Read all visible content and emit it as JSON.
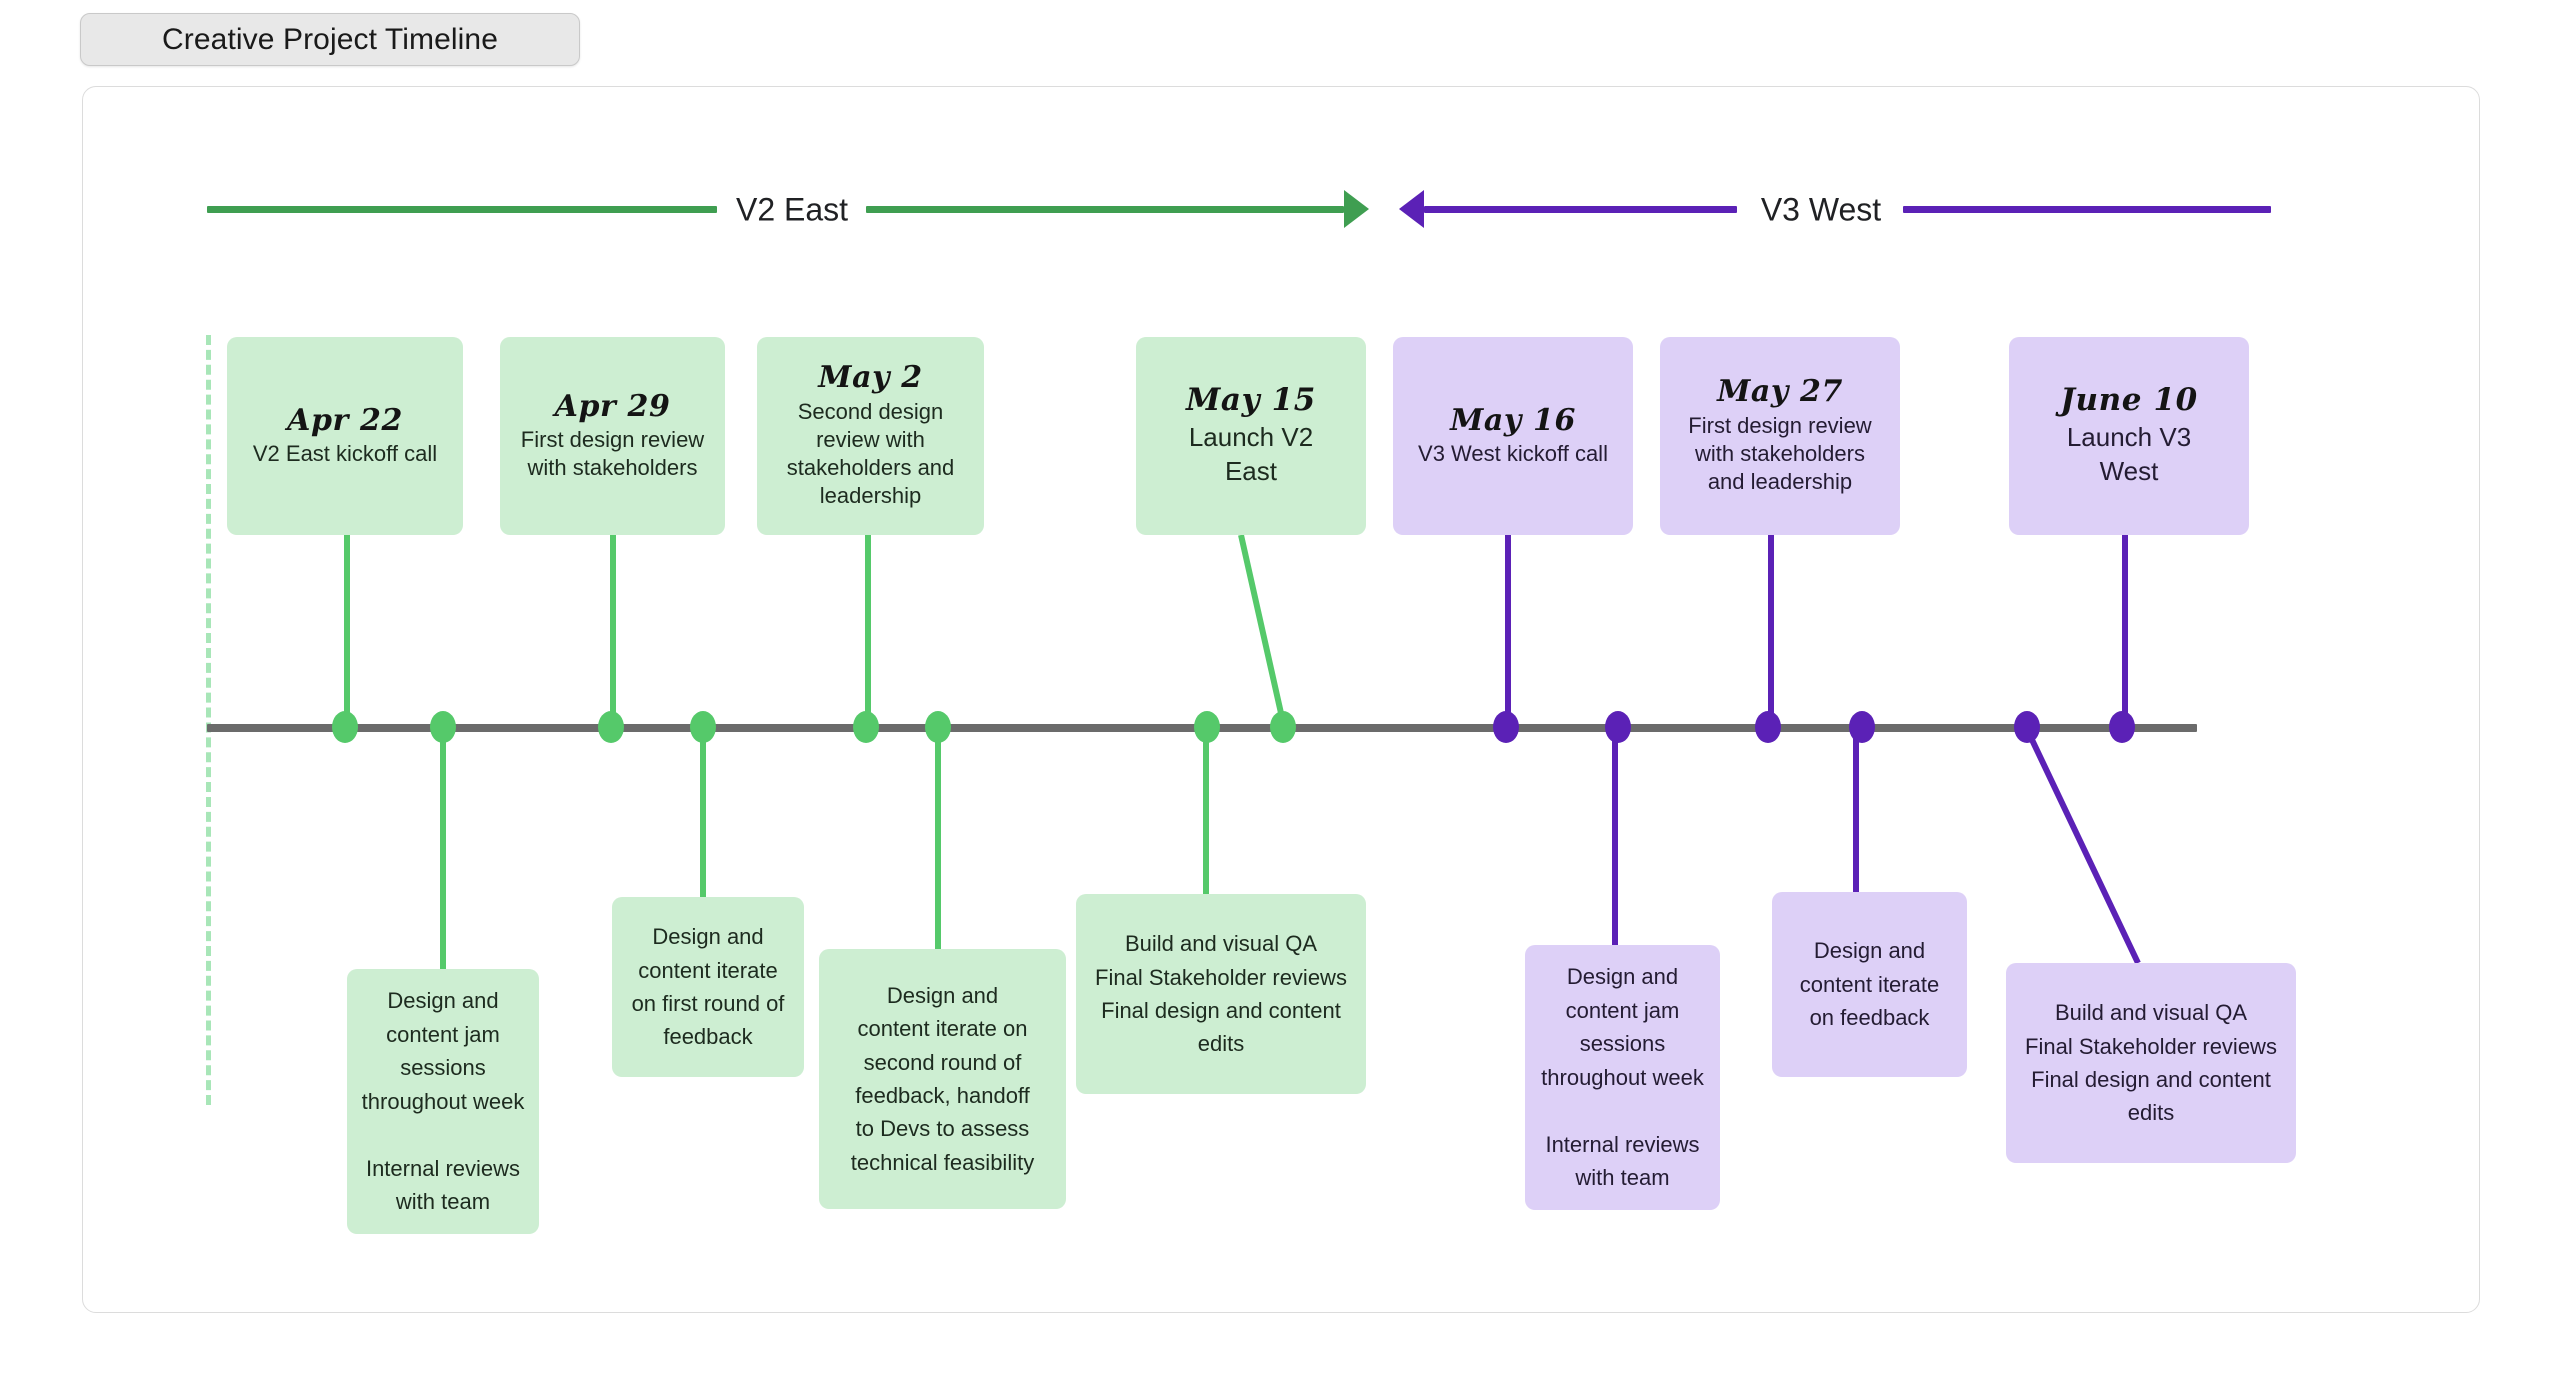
{
  "title": "Creative Project Timeline",
  "colors": {
    "green_accent": "#55c96a",
    "green_phase_line": "#3f9e51",
    "green_card": "#cdeed2",
    "purple_accent": "#5b21b6",
    "purple_card": "#ddd0f7",
    "axis": "#6b6b6b",
    "dashed_start": "#a8e6b8"
  },
  "phases": [
    {
      "label": "V2 East",
      "color": "#3f9e51",
      "arrow": "right"
    },
    {
      "label": "V3 West",
      "color": "#5b21b6",
      "arrow": "left"
    }
  ],
  "milestones": [
    {
      "date": "Apr 22",
      "desc": "V2 East kickoff call",
      "phase": "V2 East"
    },
    {
      "date": "Apr 29",
      "desc": "First design review\nwith stakeholders",
      "phase": "V2 East"
    },
    {
      "date": "May 2",
      "desc": "Second design\nreview with\nstakeholders and\nleadership",
      "phase": "V2 East"
    },
    {
      "date": "May 15",
      "desc": "Launch V2\nEast",
      "phase": "V2 East"
    },
    {
      "date": "May 16",
      "desc": "V3 West kickoff call",
      "phase": "V3 West"
    },
    {
      "date": "May 27",
      "desc": "First design review\nwith stakeholders\nand leadership",
      "phase": "V3 West"
    },
    {
      "date": "June 10",
      "desc": "Launch V3\nWest",
      "phase": "V3 West"
    }
  ],
  "details": [
    {
      "text": "Design and\ncontent jam\nsessions\nthroughout week\n\nInternal reviews\nwith team",
      "phase": "V2 East"
    },
    {
      "text": "Design and\ncontent iterate\non first round of\nfeedback",
      "phase": "V2 East"
    },
    {
      "text": "Design and\ncontent iterate on\nsecond round of\nfeedback, handoff\nto Devs to assess\ntechnical feasibility",
      "phase": "V2 East"
    },
    {
      "text": "Build and visual QA\nFinal Stakeholder reviews\nFinal design and content\nedits",
      "phase": "V2 East"
    },
    {
      "text": "Design and\ncontent jam\nsessions\nthroughout week\n\nInternal reviews\nwith team",
      "phase": "V3 West"
    },
    {
      "text": "Design and\ncontent iterate\non feedback",
      "phase": "V3 West"
    },
    {
      "text": "Build and visual QA\nFinal Stakeholder reviews\nFinal design and content\nedits",
      "phase": "V3 West"
    }
  ]
}
